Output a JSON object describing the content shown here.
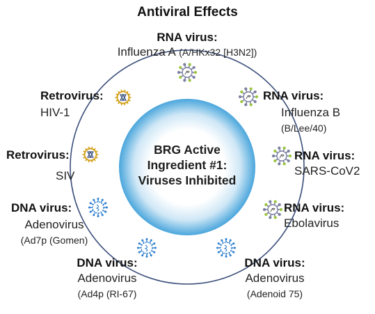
{
  "title": "Antiviral Effects",
  "center": {
    "line1": "BRG Active",
    "line2": "Ingredient #1:",
    "line3": "Viruses Inhibited"
  },
  "viruses": [
    {
      "type": "RNA virus:",
      "name": "Influenza A",
      "strain": "(A/HKx32 [H3N2])",
      "icon": "rna-virus-icon"
    },
    {
      "type": "RNA virus:",
      "name": "Influenza B",
      "strain": "(B/Lee/40)",
      "icon": "rna-virus-icon"
    },
    {
      "type": "RNA virus:",
      "name": "SARS-CoV2",
      "strain": "",
      "icon": "rna-virus-icon"
    },
    {
      "type": "RNA virus:",
      "name": "Ebolavirus",
      "strain": "",
      "icon": "rna-virus-icon"
    },
    {
      "type": "DNA virus:",
      "name": "Adenovirus",
      "strain": "(Adenoid 75)",
      "icon": "dna-virus-icon"
    },
    {
      "type": "DNA virus:",
      "name": "Adenovirus",
      "strain": "(Ad4p (RI-67)",
      "icon": "dna-virus-icon"
    },
    {
      "type": "DNA virus:",
      "name": "Adenovirus",
      "strain": "(Ad7p (Gomen)",
      "icon": "dna-virus-icon"
    },
    {
      "type": "Retrovirus:",
      "name": "SIV",
      "strain": "",
      "icon": "retrovirus-icon"
    },
    {
      "type": "Retrovirus:",
      "name": "HIV-1",
      "strain": "",
      "icon": "retrovirus-icon"
    }
  ],
  "colors": {
    "ring": "#3b4f7a",
    "rna_spike": "#7a7fa0",
    "rna_tip": "#9ac53c",
    "dna": "#2f7fd0",
    "retro": "#d4a11a",
    "center_glow": "#4aa6dc"
  }
}
